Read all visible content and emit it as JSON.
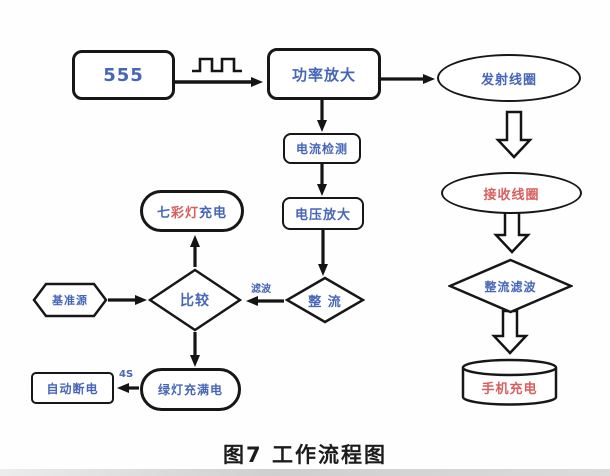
{
  "figure": {
    "caption": "图7  工作流程图"
  },
  "colors": {
    "node_border": "#171717",
    "text_blue": "#4766b8",
    "text_red": "#d85f5f",
    "caption_black": "#1c1c1c"
  },
  "nodes": {
    "timer555": {
      "label": "555",
      "shape": "rounded-rect"
    },
    "power_amp": {
      "label": "功率放大",
      "shape": "rounded-rect"
    },
    "tx_coil": {
      "label": "发射线圈",
      "shape": "ellipse"
    },
    "rx_coil": {
      "label": "接收线圈",
      "shape": "ellipse"
    },
    "rectify_filter": {
      "label": "整流滤波",
      "shape": "diamond"
    },
    "phone_charge": {
      "label": "手机充电",
      "shape": "cylinder"
    },
    "current_detect": {
      "label": "电流检测",
      "shape": "rounded-rect"
    },
    "voltage_amp": {
      "label": "电压放大",
      "shape": "rounded-rect"
    },
    "rectifier": {
      "label": "整 流",
      "shape": "diamond"
    },
    "compare": {
      "label": "比较",
      "shape": "diamond"
    },
    "ref_source": {
      "label": "基准源",
      "shape": "hexagon"
    },
    "rainbow_led": {
      "label": "七彩灯充电",
      "shape": "stadium",
      "chars": [
        {
          "t": "七",
          "c": "#4766b8"
        },
        {
          "t": "彩",
          "c": "#d85f5f"
        },
        {
          "t": "灯",
          "c": "#d85f5f"
        },
        {
          "t": "充",
          "c": "#4766b8"
        },
        {
          "t": "电",
          "c": "#4766b8"
        }
      ]
    },
    "green_led": {
      "label": "绿灯充满电",
      "shape": "stadium"
    },
    "auto_off": {
      "label": "自动断电",
      "shape": "rect"
    }
  },
  "edge_labels": {
    "filter": "滤波",
    "delay": "4S"
  },
  "icons": {
    "pulse": "square-wave-icon"
  }
}
